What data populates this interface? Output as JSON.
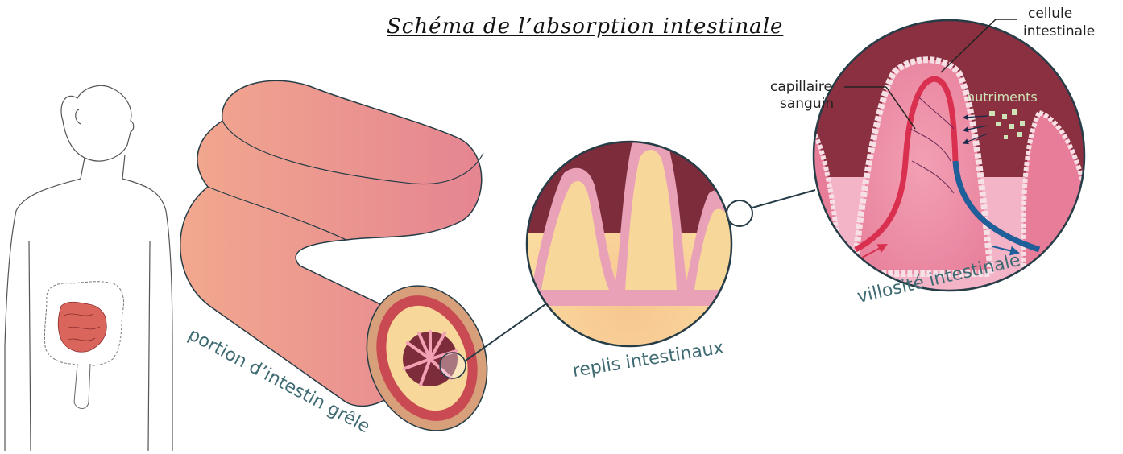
{
  "title": "Schéma de l’absorption intestinale",
  "labels": {
    "portion": "portion d’intestin grêle",
    "replis": "replis intestinaux",
    "villosite": "villosité intestinale",
    "cellule_line1": "cellule",
    "cellule_line2": "intestinale",
    "capillaire_line1": "capillaire",
    "capillaire_line2": "sanguin",
    "nutriments": "nutriments"
  },
  "colors": {
    "intestine": "#ec9a86",
    "mucosa": "#e9a1b8",
    "submucosa": "#f7d79a",
    "lumen": "#7c2c3a",
    "artery": "#d9304f",
    "vein": "#1f5f9a",
    "nutrient": "#cfe3b8",
    "label": "#3e6a72"
  },
  "icons": [
    "human-body-figure",
    "small-intestine-tube",
    "intestinal-fold-zoom",
    "villus-zoom"
  ]
}
